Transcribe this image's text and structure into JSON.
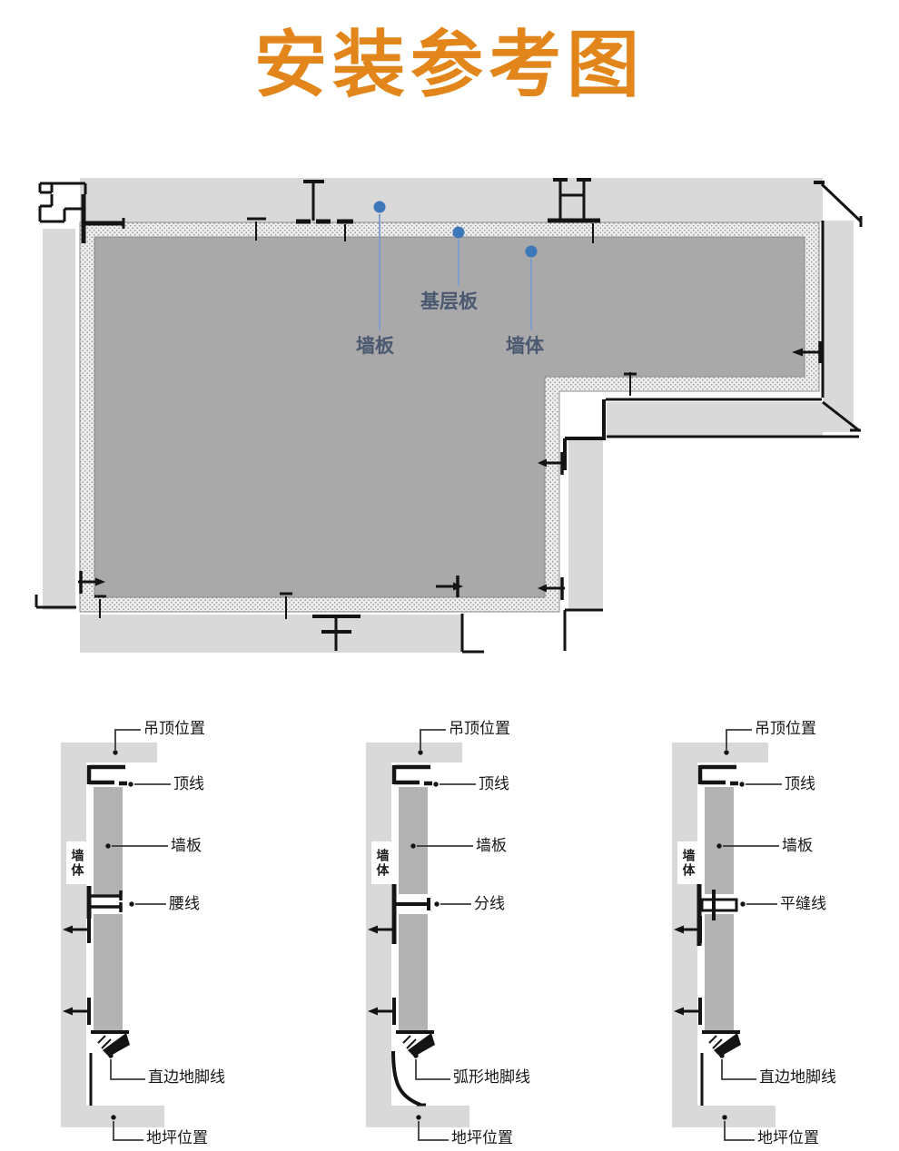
{
  "title": "安装参考图",
  "colors": {
    "accent_orange": "#E2861C",
    "plan_label_blue": "#4A5870",
    "callout_dot_blue": "#3C78BA",
    "wall_band_gray": "#D9D9D9",
    "interior_gray": "#A9A9A9",
    "panel_gray": "#B3B3B3",
    "line_black": "#141414"
  },
  "floor_plan": {
    "labels": {
      "wall_panel": "墙板",
      "base_board": "基层板",
      "wall_body": "墙体"
    }
  },
  "sections": [
    {
      "wall_body": "墙体",
      "ceiling": "吊顶位置",
      "top_line": "顶线",
      "wall_panel": "墙板",
      "middle_line": "腰线",
      "skirting": "直边地脚线",
      "floor": "地坪位置"
    },
    {
      "wall_body": "墙体",
      "ceiling": "吊顶位置",
      "top_line": "顶线",
      "wall_panel": "墙板",
      "middle_line": "分线",
      "skirting": "弧形地脚线",
      "floor": "地坪位置"
    },
    {
      "wall_body": "墙体",
      "ceiling": "吊顶位置",
      "top_line": "顶线",
      "wall_panel": "墙板",
      "middle_line": "平缝线",
      "skirting": "直边地脚线",
      "floor": "地坪位置"
    }
  ]
}
